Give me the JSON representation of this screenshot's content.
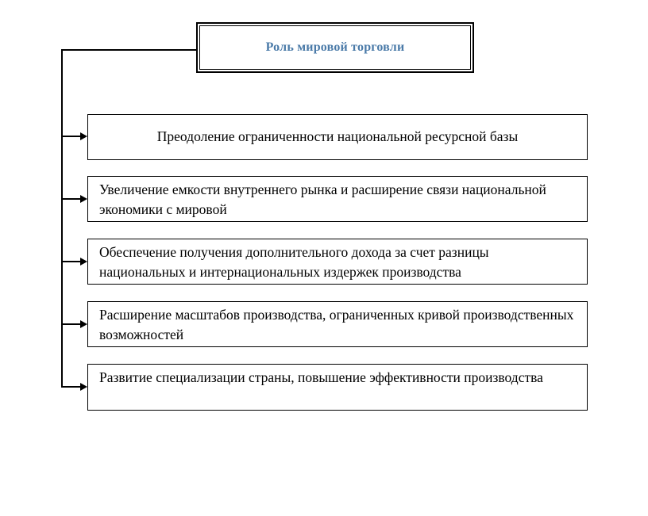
{
  "title": "Роль мировой торговли",
  "items": [
    "Преодоление ограниченности национальной ресурсной базы",
    "Увеличение емкости внутреннего рынка и расширение связи национальной экономики с мировой",
    "Обеспечение получения дополнительного дохода за счет разницы национальных и интернациональных издержек производства",
    "Расширение масштабов производства, ограниченных кривой производственных возможностей",
    "Развитие специализации страны, повышение эффективности производства"
  ],
  "colors": {
    "title_text": "#4a7aa8",
    "line": "#000000"
  }
}
